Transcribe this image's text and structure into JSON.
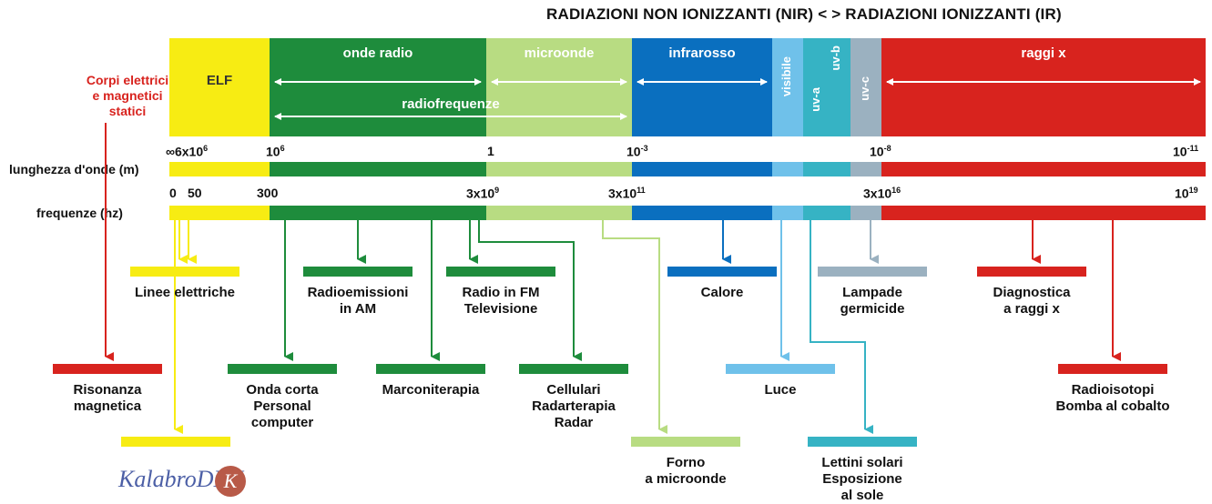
{
  "header": "RADIAZIONI NON IONIZZANTI (NIR) <   > RADIAZIONI IONIZZANTI (IR)",
  "left_title": [
    "Corpi elettrici",
    "e magnetici",
    "statici"
  ],
  "colors": {
    "elf": "#f7ec13",
    "radio": "#1e8c3c",
    "micro": "#b8dc82",
    "infra": "#0a6fbf",
    "visible": "#6fc1ea",
    "uv_ab": "#36b3c4",
    "uvc": "#9bb1c0",
    "xray": "#d8231e"
  },
  "bands": {
    "elf": "ELF",
    "onde_radio": "onde radio",
    "microonde": "microonde",
    "infrarosso": "infrarosso",
    "visibile": "visibile",
    "uv_a": "uv-a",
    "uv_b": "uv-b",
    "uv_c": "uv-c",
    "raggi_x": "raggi x",
    "radiofrequenze": "radiofrequenze"
  },
  "wavelength": {
    "label": "lunghezza d'onde (m)",
    "ticks": {
      "t1": "∞6x10",
      "t1_exp": "6",
      "t2": "10",
      "t2_exp": "6",
      "t3": "1",
      "t4": "10",
      "t4_exp": "-3",
      "t5": "10",
      "t5_exp": "-8",
      "t6": "10",
      "t6_exp": "-11"
    }
  },
  "frequency": {
    "label": "frequenze (hz)",
    "ticks": {
      "t1": "0",
      "t2": "50",
      "t3": "300",
      "t4": "3x10",
      "t4_exp": "9",
      "t5": "3x10",
      "t5_exp": "11",
      "t6": "3x10",
      "t6_exp": "16",
      "t7": "10",
      "t7_exp": "19"
    }
  },
  "apps": {
    "linee": "Linee elettriche",
    "am": [
      "Radioemissioni",
      "in AM"
    ],
    "fm": [
      "Radio in FM",
      "Televisione"
    ],
    "calore": "Calore",
    "lampade": [
      "Lampade",
      "germicide"
    ],
    "diagnostica": [
      "Diagnostica",
      "a raggi x"
    ],
    "risonanza": [
      "Risonanza",
      "magnetica"
    ],
    "onda_corta": [
      "Onda corta",
      "Personal",
      "computer"
    ],
    "marconi": "Marconiterapia",
    "cellulari": [
      "Cellulari",
      "Radarterapia",
      "Radar"
    ],
    "luce": "Luce",
    "radioisotopi": [
      "Radioisotopi",
      "Bomba al cobalto"
    ],
    "forno": [
      "Forno",
      "a microonde"
    ],
    "lettini": [
      "Lettini solari",
      "Esposizione",
      "al sole"
    ]
  },
  "logo": "KalabroDRV",
  "logo_mark": "K"
}
